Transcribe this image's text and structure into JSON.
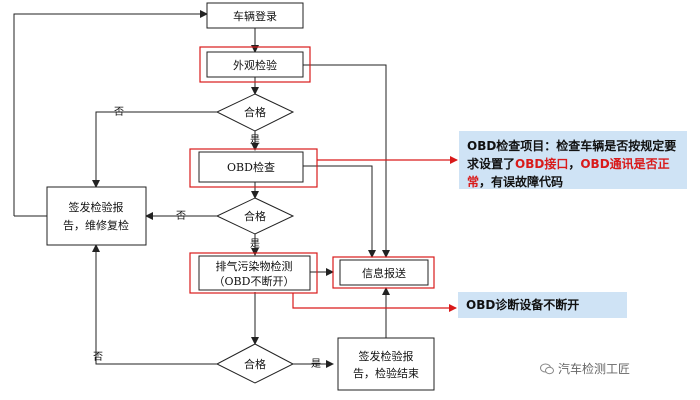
{
  "nodes": {
    "register": "车辆登录",
    "appearance": "外观检验",
    "qualified1": "合格",
    "obd": "OBD检查",
    "qualified2": "合格",
    "emission_line1": "排气污染物检测",
    "emission_line2": "（OBD不断开）",
    "info": "信息报送",
    "qualified3": "合格",
    "report_fail_line1": "签发检验报",
    "report_fail_line2": "告，维修复检",
    "report_end_line1": "签发检验报",
    "report_end_line2": "告，检验结束"
  },
  "edge_labels": {
    "yes1": "是",
    "no1": "否",
    "yes2": "是",
    "no2": "否",
    "yes3": "是",
    "no3": "否"
  },
  "notes": {
    "obd_items_prefix": "OBD检查项目：检查车辆是否按规定要求设置了",
    "obd_items_red1": "OBD接口",
    "obd_items_sep": "，",
    "obd_items_red2": "OBD通讯是否正常",
    "obd_items_suffix": "，有误故障代码",
    "obd_no_disconnect": "OBD诊断设备不断开"
  },
  "watermark": "汽车检测工匠",
  "colors": {
    "highlight": "#d91a1a",
    "note_bg": "#cfe3f5",
    "line": "#222222"
  }
}
